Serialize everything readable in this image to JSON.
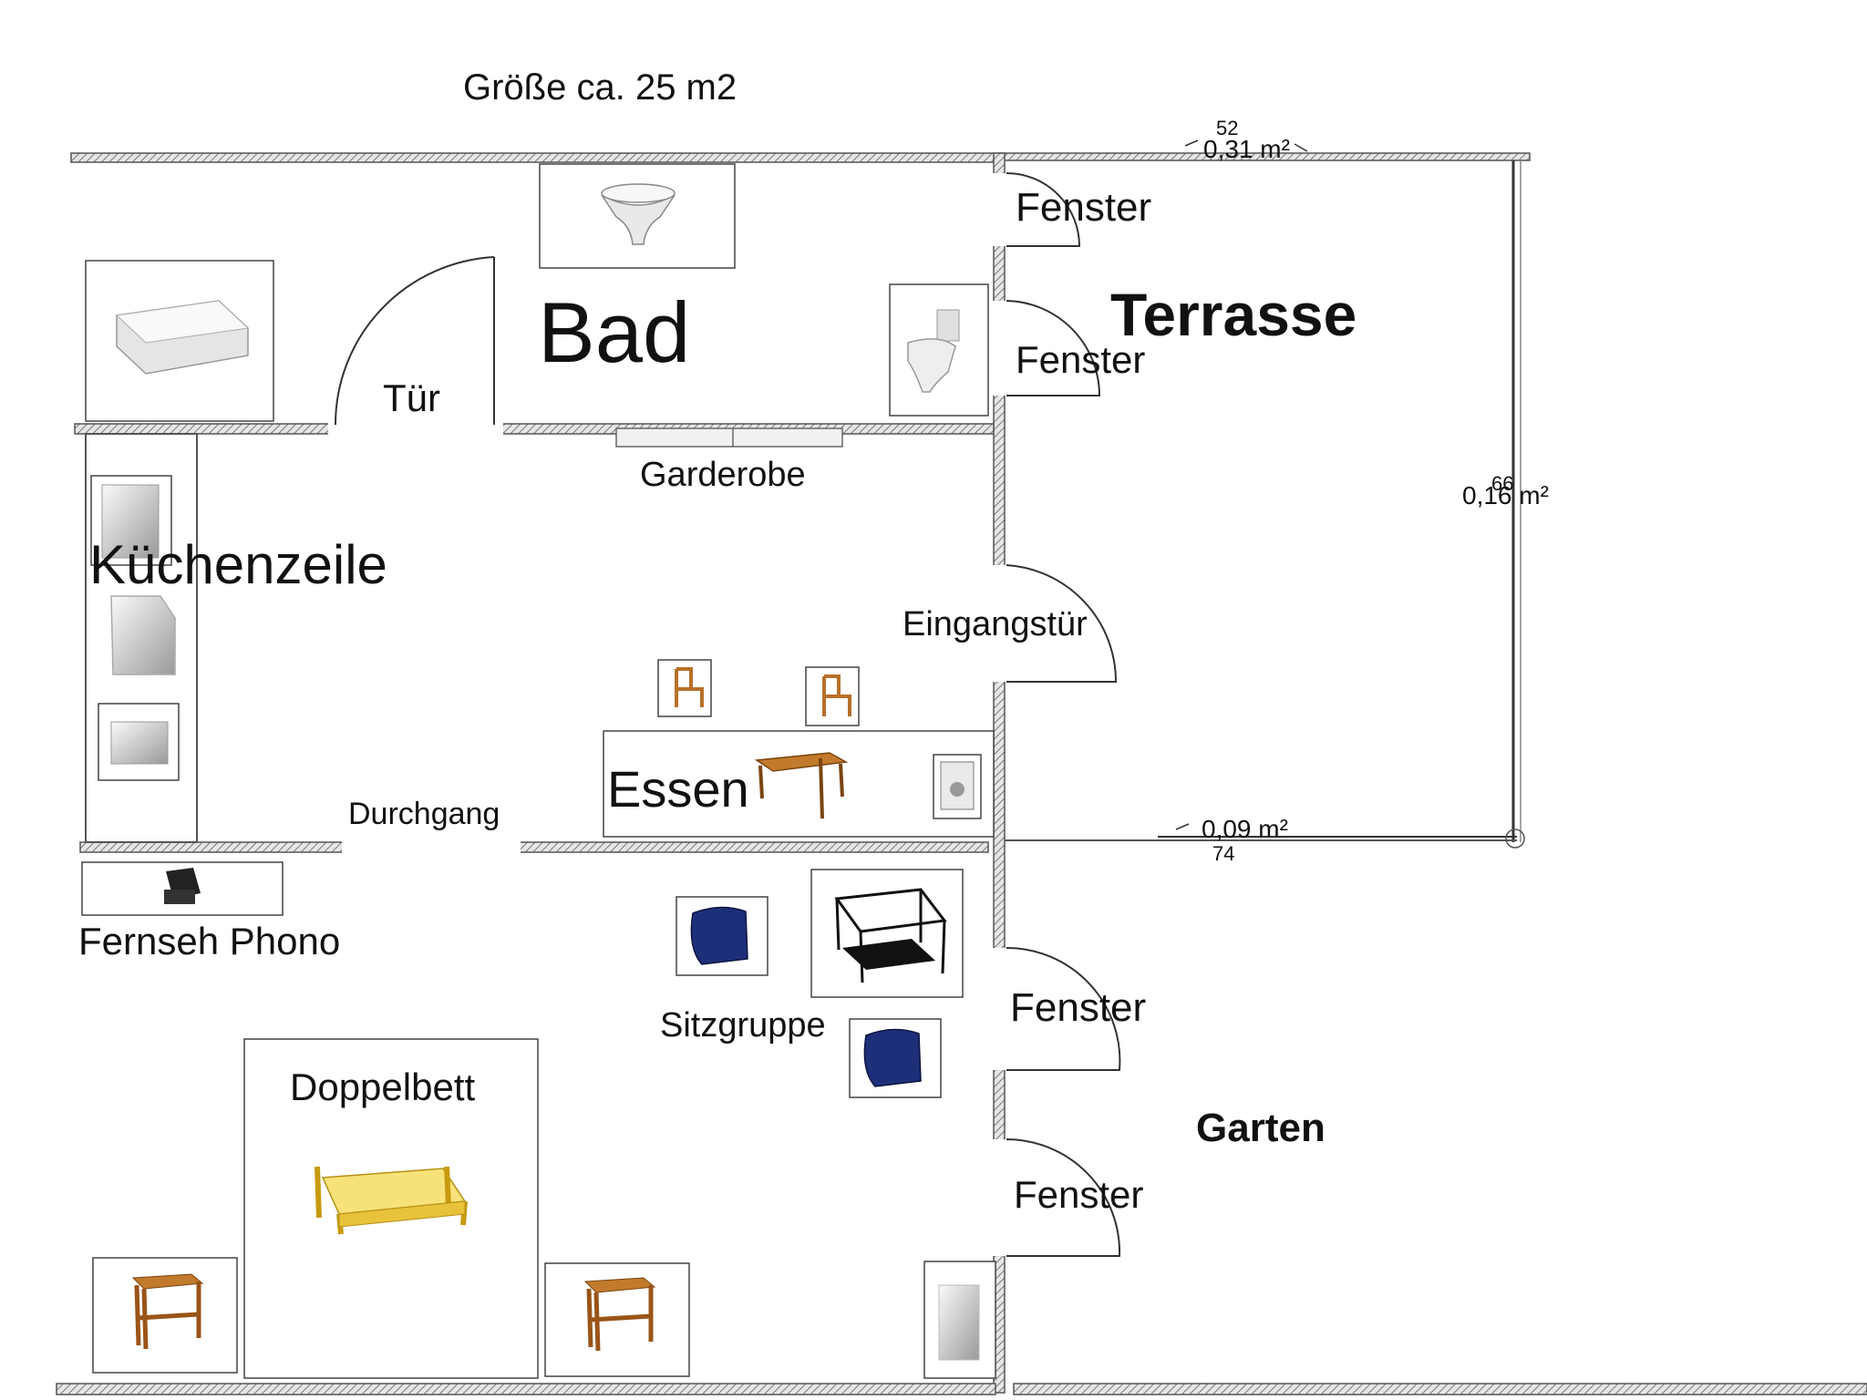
{
  "header": {
    "size_label": "Größe ca. 25 m2"
  },
  "rooms": {
    "bad": "Bad",
    "kuechenzeile": "Küchenzeile",
    "essen": "Essen",
    "terrasse": "Terrasse",
    "garten": "Garten"
  },
  "labels": {
    "tuer": "Tür",
    "garderobe": "Garderobe",
    "eingangstuer": "Eingangstür",
    "durchgang": "Durchgang",
    "fernseh_phono": "Fernseh Phono",
    "sitzgruppe": "Sitzgruppe",
    "doppelbett": "Doppelbett",
    "fenster_1": "Fenster",
    "fenster_2": "Fenster",
    "fenster_3": "Fenster",
    "fenster_4": "Fenster"
  },
  "measurements": {
    "top_area": "0,31 m²",
    "top_dim": "52",
    "right_area": "0,16 m²",
    "right_dim": "66",
    "bottom_area": "0,09 m²",
    "bottom_dim": "74"
  },
  "colors": {
    "wall": "#555555",
    "wall_fill": "#d9d9d9",
    "furniture_wood": "#b8702a",
    "chair_blue": "#1e2f7a",
    "bed_yellow": "#f2d23c"
  }
}
